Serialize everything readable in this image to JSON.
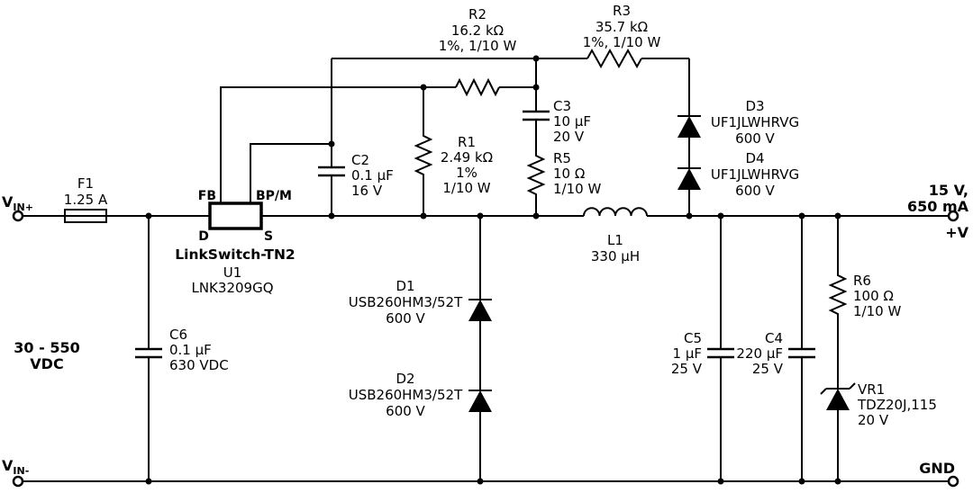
{
  "io": {
    "vin_plus": {
      "main": "V",
      "sub": "IN+"
    },
    "vin_minus": {
      "main": "V",
      "sub": "IN-"
    },
    "input_range_line1": "30 - 550",
    "input_range_line2": "VDC",
    "output_line1": "15 V,",
    "output_line2": "650 mA",
    "output_rail": "+V",
    "ground": "GND"
  },
  "u1": {
    "pin_fb": "FB",
    "pin_bpm": "BP/M",
    "pin_d": "D",
    "pin_s": "S",
    "family": "LinkSwitch-TN2",
    "designator": "U1",
    "part": "LNK3209GQ"
  },
  "components": {
    "f1": {
      "lines": [
        "F1",
        "1.25 A"
      ]
    },
    "c6": {
      "lines": [
        "C6",
        "0.1 μF",
        "630 VDC"
      ]
    },
    "c2": {
      "lines": [
        "C2",
        "0.1 μF",
        "16 V"
      ]
    },
    "r1": {
      "lines": [
        "R1",
        "2.49 kΩ",
        "1%",
        "1/10 W"
      ]
    },
    "r2": {
      "lines": [
        "R2",
        "16.2 kΩ",
        "1%, 1/10 W"
      ]
    },
    "r3": {
      "lines": [
        "R3",
        "35.7 kΩ",
        "1%, 1/10 W"
      ]
    },
    "c3": {
      "lines": [
        "C3",
        "10 μF",
        "20 V"
      ]
    },
    "r5": {
      "lines": [
        "R5",
        "10 Ω",
        "1/10 W"
      ]
    },
    "d1": {
      "lines": [
        "D1",
        "USB260HM3/52T",
        "600 V"
      ]
    },
    "d2": {
      "lines": [
        "D2",
        "USB260HM3/52T",
        "600 V"
      ]
    },
    "d3": {
      "lines": [
        "D3",
        "UF1JLWHRVG",
        "600 V"
      ]
    },
    "d4": {
      "lines": [
        "D4",
        "UF1JLWHRVG",
        "600 V"
      ]
    },
    "l1": {
      "lines": [
        "L1",
        "330 μH"
      ]
    },
    "c5": {
      "lines": [
        "C5",
        "1 μF",
        "25 V"
      ]
    },
    "c4": {
      "lines": [
        "C4",
        "220 μF",
        "25 V"
      ]
    },
    "r6": {
      "lines": [
        "R6",
        "100 Ω",
        "1/10 W"
      ]
    },
    "vr1": {
      "lines": [
        "VR1",
        "TDZ20J,115",
        "20 V"
      ]
    }
  },
  "colors": {
    "wire": "#000000",
    "background": "#ffffff"
  }
}
